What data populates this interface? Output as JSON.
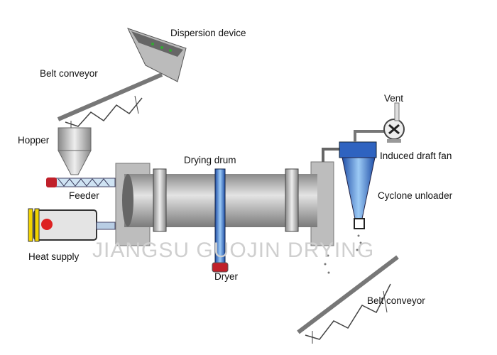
{
  "labels": {
    "dispersion_device": "Dispersion device",
    "belt_conveyor_top": "Belt conveyor",
    "hopper": "Hopper",
    "feeder": "Feeder",
    "heat_supply": "Heat supply",
    "drying_drum": "Drying drum",
    "dryer": "Dryer",
    "vent": "Vent",
    "induced_draft_fan": "Induced draft fan",
    "cyclone_unloader": "Cyclone unloader",
    "belt_conveyor_bottom": "Belt conveyor"
  },
  "watermark": "JIANGSU GUOJIN DRYING",
  "colors": {
    "drum": "#a9a9a9",
    "cyclone": "#3f7fd6",
    "motor": "#c0202a",
    "heater_bar": "#f2d400"
  }
}
